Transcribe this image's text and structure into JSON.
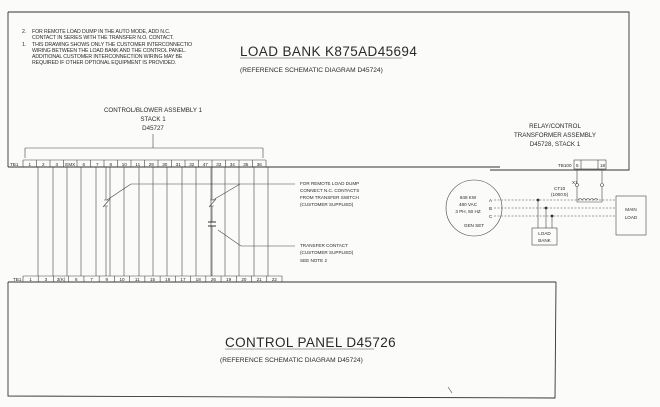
{
  "notes": [
    {
      "number": "2.",
      "lines": [
        "FOR REMOTE LOAD DUMP IN THE AUTO MODE, ADD N.C.",
        "CONTACT IN SERIES WITH THE TRANSFER N.O. CONTACT."
      ]
    },
    {
      "number": "1.",
      "lines": [
        "THIS DRAWING SHOWS ONLY THE CUSTOMER INTERCONNECTIO",
        "WIRING BETWEEN THE LOAD BANK AND THE CONTROL PANEL.",
        "ADDITIONAL CUSTOMER INTERCONNECTION WIRING MAY BE",
        "REQUIRED IF OTHER OPTIONAL EQUIPMENT IS PROVIDED."
      ]
    }
  ],
  "load_bank": {
    "title": "LOAD BANK K875AD45694",
    "reference": "(REFERENCE SCHEMATIC DIAGRAM D45724)"
  },
  "control_blower": {
    "line1": "CONTROL/BLOWER ASSEMBLY 1",
    "line2": "STACK 1",
    "line3": "D45727"
  },
  "relay_control": {
    "line1": "RELAY/CONTROL",
    "line2": "TRANSFORMER ASSEMBLY",
    "line3": "D45728, STACK 1",
    "terminal_label": "TB100",
    "terminals": [
      "5",
      "18"
    ]
  },
  "tb1_top": {
    "label": "TB1",
    "terminals": [
      "1",
      "2",
      "3",
      "EMX",
      "6",
      "7",
      "8",
      "10",
      "11",
      "29",
      "30",
      "31",
      "32",
      "47",
      "33",
      "34",
      "35",
      "36"
    ]
  },
  "tb1_bottom": {
    "label": "TB1",
    "terminals": [
      "1",
      "3",
      "3(K)",
      "6",
      "7",
      "9",
      "10",
      "11",
      "15",
      "16",
      "17",
      "18",
      "26",
      "19",
      "20",
      "21",
      "22"
    ]
  },
  "annotations": {
    "remote_dump": [
      "FOR REMOTE LOAD DUMP",
      "CONNECT N.C. CONTACTS",
      "FROM TRANSFER SWITCH",
      "(CUSTOMER SUPPLIED)"
    ],
    "transfer_contact": [
      "TRANSFER CONTACT",
      "(CUSTOMER SUPPLIED)",
      "SEE NOTE 2"
    ]
  },
  "gen_set": {
    "lines": [
      "848 KW",
      "480 VAC",
      "3 PH, 50 HZ"
    ],
    "label": "GEN SET",
    "phases": [
      "A",
      "B",
      "C"
    ]
  },
  "ct": {
    "label1": "CT10",
    "label2": "(1000:5)",
    "marker": "X1"
  },
  "load_bank_box": [
    "LOAD",
    "BANK"
  ],
  "main_load": [
    "MAIN",
    "LOAD"
  ],
  "control_panel": {
    "title": "CONTROL PANEL D45726",
    "reference": "(REFERENCE SCHEMATIC DIAGRAM D45724)"
  }
}
